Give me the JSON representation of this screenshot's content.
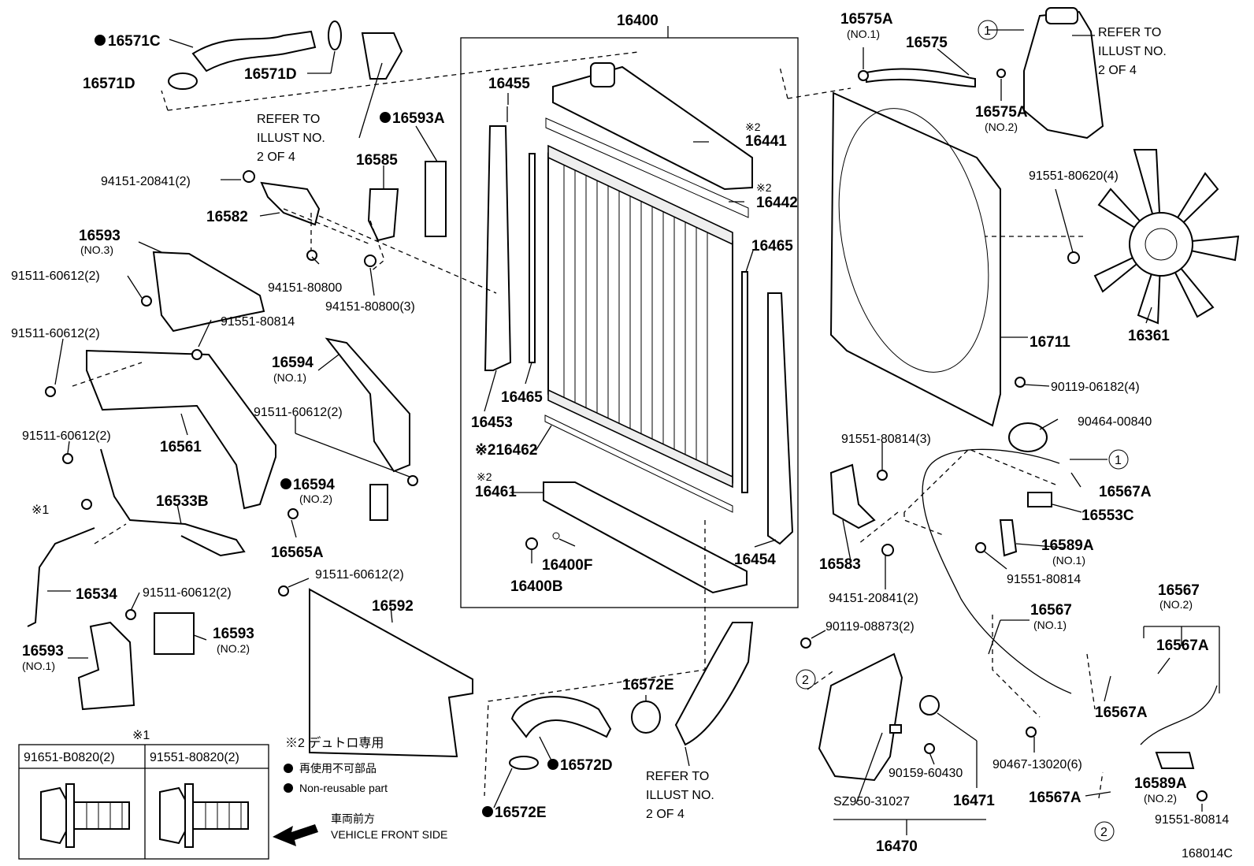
{
  "labels": {
    "l16400": "16400",
    "l16571C": "16571C",
    "l16571D_a": "16571D",
    "l16571D_b": "16571D",
    "refer1": [
      "REFER TO",
      "ILLUST NO.",
      "2 OF 4"
    ],
    "l16593A": "16593A",
    "l16585": "16585",
    "l94151_20841a": "94151-20841(2)",
    "l16582": "16582",
    "l16593_no3": "16593",
    "l16593_no3_sub": "(NO.3)",
    "l91511_a": "91511-60612(2)",
    "l94151_80800": "94151-80800",
    "l94151_80800_3": "94151-80800(3)",
    "l91551_80814_a": "91551-80814",
    "l91511_b": "91511-60612(2)",
    "l16594": "16594",
    "l16594_sub": "(NO.1)",
    "l91511_c": "91511-60612(2)",
    "l16561": "16561",
    "l91511_d": "91511-60612(2)",
    "l16594_no2": "16594",
    "l16594_no2_sub": "(NO.2)",
    "l16533B": "16533B",
    "note1": "※1",
    "l16565A": "16565A",
    "l16534": "16534",
    "l91511_e": "91511-60612(2)",
    "l91511_f": "91511-60612(2)",
    "l16592": "16592",
    "l16593_no2": "16593",
    "l16593_no2_sub": "(NO.2)",
    "l16593_no1": "16593",
    "l16593_no1_sub": "(NO.1)",
    "l16455": "16455",
    "l16441_note": "※2",
    "l16441": "16441",
    "l16442_note": "※2",
    "l16442": "16442",
    "l16465_a": "16465",
    "l16465_b": "16465",
    "l16453": "16453",
    "l16462": "※216462",
    "l16461_note": "※2",
    "l16461": "16461",
    "l16400F": "16400F",
    "l16400B": "16400B",
    "l16454": "16454",
    "l16575A_no1": "16575A",
    "l16575A_no1_sub": "(NO.1)",
    "l16575": "16575",
    "l16575A_no2": "16575A",
    "l16575A_no2_sub": "(NO.2)",
    "circle1_a": "1",
    "refer2": [
      "REFER TO",
      "ILLUST NO.",
      "2 OF 4"
    ],
    "l91551_80620": "91551-80620(4)",
    "l16711": "16711",
    "l16361": "16361",
    "l90119_06182": "90119-06182(4)",
    "l90464": "90464-00840",
    "l91551_80814_3": "91551-80814(3)",
    "circle1_b": "1",
    "l16567A_a": "16567A",
    "l16553C": "16553C",
    "l16589A": "16589A",
    "l16589A_sub": "(NO.1)",
    "l16583": "16583",
    "l91551_80814_b": "91551-80814",
    "l94151_20841b": "94151-20841(2)",
    "l16567_no1": "16567",
    "l16567_no1_sub": "(NO.1)",
    "l16567_no2": "16567",
    "l16567_no2_sub": "(NO.2)",
    "l16567A_b": "16567A",
    "l16567A_c": "16567A",
    "l90119_08873": "90119-08873(2)",
    "circle2_a": "2",
    "l90159": "90159-60430",
    "l16471": "16471",
    "lSZ950": "SZ950-31027",
    "l16470": "16470",
    "l90467": "90467-13020(6)",
    "l16567A_d": "16567A",
    "l16589A_no2": "16589A",
    "l16589A_no2_sub": "(NO.2)",
    "l91551_80814_c": "91551-80814",
    "circle2_b": "2",
    "l16572E": "16572E",
    "l16572D": "16572D",
    "l16572E_b": "16572E",
    "refer3": [
      "REFER TO",
      "ILLUST NO.",
      "2 OF 4"
    ],
    "l168014C": "168014C"
  },
  "legend": {
    "note1_title": "※1",
    "col1": "91651-B0820(2)",
    "col2": "91551-80820(2)",
    "note2": "※2 デュトロ専用",
    "jp_nonreusable": "再使用不可部品",
    "en_nonreusable": "Non-reusable part",
    "front_jp": "車両前方",
    "front_en": "VEHICLE FRONT SIDE"
  },
  "icons": {
    "nonreusable": "filled-circle",
    "front_arrow": "arrow-left"
  }
}
